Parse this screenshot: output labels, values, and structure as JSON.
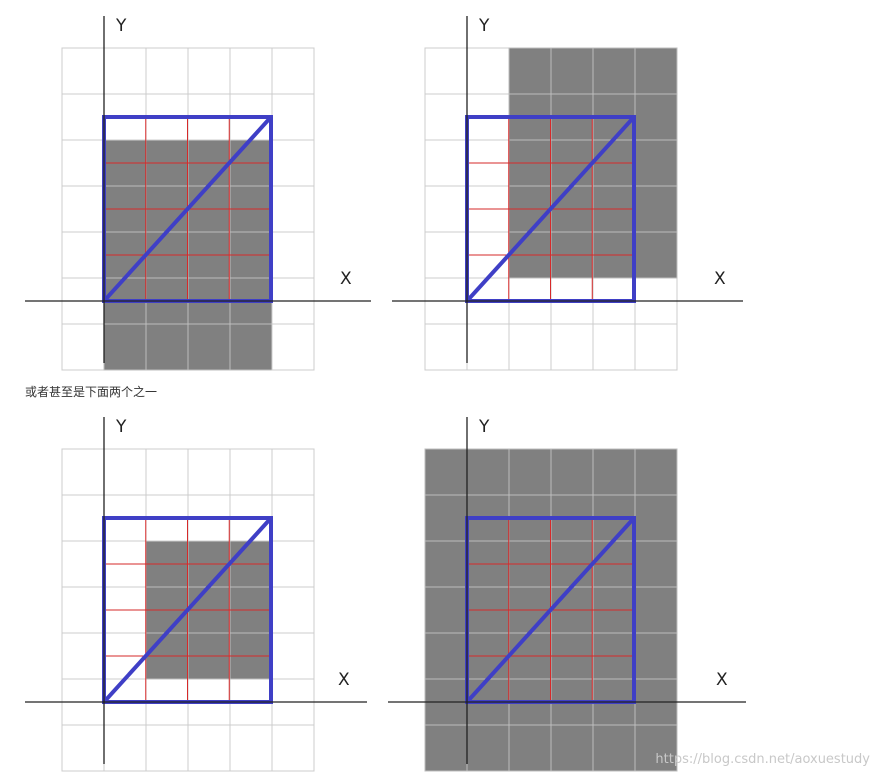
{
  "axes": {
    "x_label": "X",
    "y_label": "Y"
  },
  "caption": "或者甚至是下面两个之一",
  "watermark": "https://blog.csdn.net/aoxuestudy",
  "colors": {
    "pixel_fill": "#808080",
    "pixel_grid_on_white": "#cccccc",
    "pixel_grid_on_gray": "#bdbdbd",
    "red_grid": "#d62a2a",
    "blue_outline": "#3f3fc6",
    "axis": "#222222"
  },
  "panels": [
    {
      "id": "top-left",
      "filled_pixels": {
        "cols": [
          0,
          3
        ],
        "rows": [
          -1,
          3
        ]
      }
    },
    {
      "id": "top-right",
      "filled_pixels": {
        "cols": [
          1,
          4
        ],
        "rows": [
          1,
          5
        ]
      }
    },
    {
      "id": "bottom-left",
      "filled_pixels": {
        "cols": [
          1,
          3
        ],
        "rows": [
          1,
          3
        ]
      }
    },
    {
      "id": "bottom-right",
      "filled_pixels": {
        "cols": [
          -1,
          4
        ],
        "rows": [
          -1,
          5
        ]
      }
    }
  ]
}
